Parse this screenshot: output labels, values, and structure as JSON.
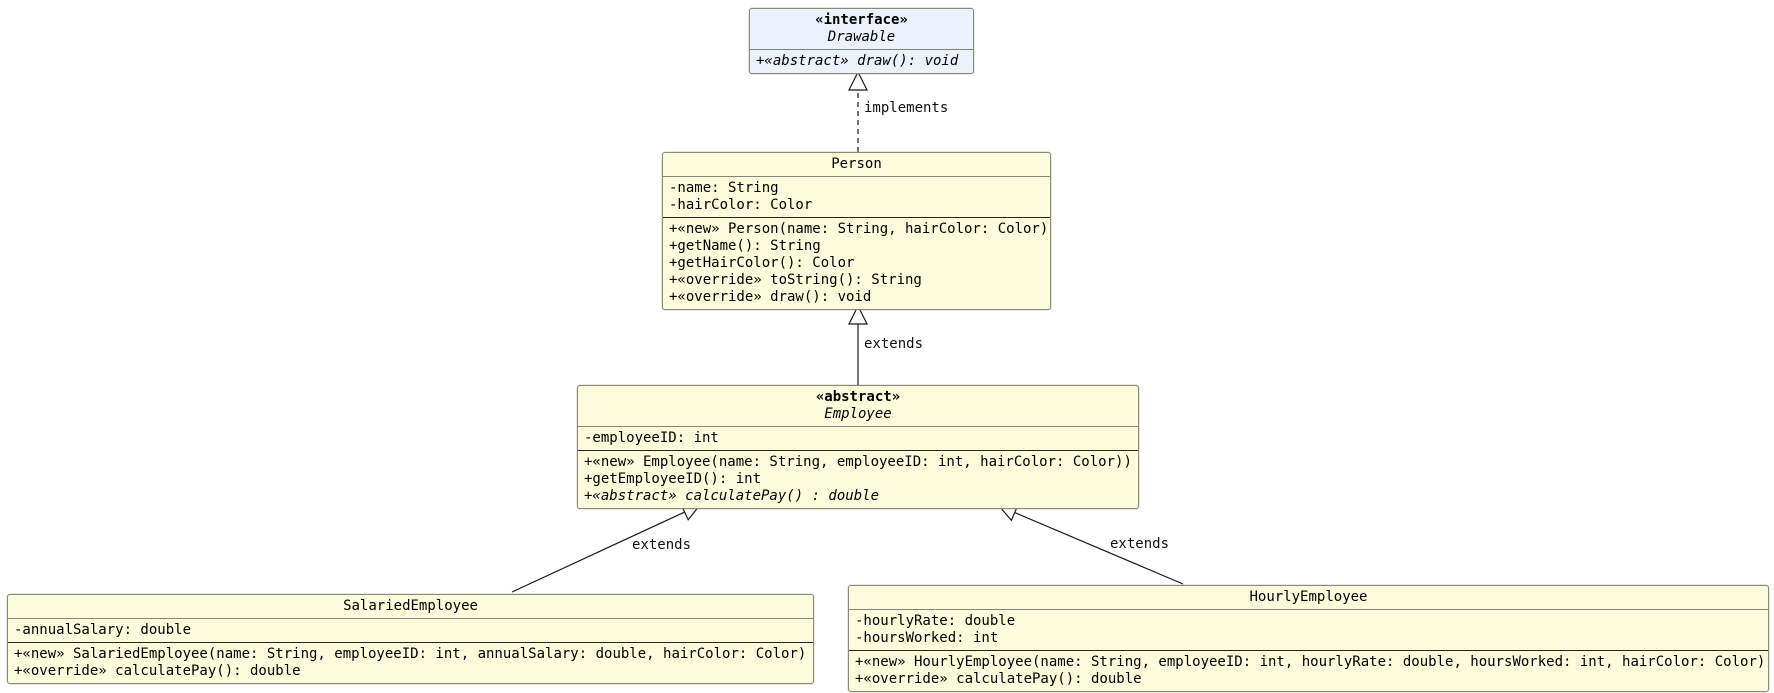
{
  "classes": {
    "drawable": {
      "stereotype": "«interface»",
      "name": "Drawable",
      "methods": [
        "+«abstract» draw(): void"
      ]
    },
    "person": {
      "name": "Person",
      "attributes": [
        "-name: String",
        "-hairColor: Color"
      ],
      "methods": [
        "+«new» Person(name: String, hairColor: Color)",
        "+getName(): String",
        "+getHairColor(): Color",
        "+«override» toString(): String",
        "+«override» draw(): void"
      ]
    },
    "employee": {
      "stereotype": "«abstract»",
      "name": "Employee",
      "attributes": [
        "-employeeID: int"
      ],
      "methods": [
        "+«new» Employee(name: String, employeeID: int, hairColor: Color))",
        "+getEmployeeID(): int",
        "+«abstract» calculatePay() : double"
      ]
    },
    "salaried": {
      "name": "SalariedEmployee",
      "attributes": [
        "-annualSalary: double"
      ],
      "methods": [
        "+«new» SalariedEmployee(name: String, employeeID: int, annualSalary: double, hairColor: Color)",
        "+«override» calculatePay(): double"
      ]
    },
    "hourly": {
      "name": "HourlyEmployee",
      "attributes": [
        "-hourlyRate: double",
        "-hoursWorked: int"
      ],
      "methods": [
        "+«new» HourlyEmployee(name: String, employeeID: int, hourlyRate: double, hoursWorked: int, hairColor: Color)",
        "+«override» calculatePay(): double"
      ]
    }
  },
  "relationships": {
    "implements": {
      "label": "implements",
      "from": "Person",
      "to": "Drawable",
      "type": "realization-dashed"
    },
    "extends_person": {
      "label": "extends",
      "from": "Employee",
      "to": "Person",
      "type": "generalization"
    },
    "extends_salaried": {
      "label": "extends",
      "from": "SalariedEmployee",
      "to": "Employee",
      "type": "generalization"
    },
    "extends_hourly": {
      "label": "extends",
      "from": "HourlyEmployee",
      "to": "Employee",
      "type": "generalization"
    }
  },
  "colors": {
    "class_fill": "#fcfcdc",
    "interface_fill": "#eaf3fb",
    "box_border": "#8a8a78",
    "line": "#1a1a1a",
    "text": "#000000",
    "background": "#ffffff"
  }
}
